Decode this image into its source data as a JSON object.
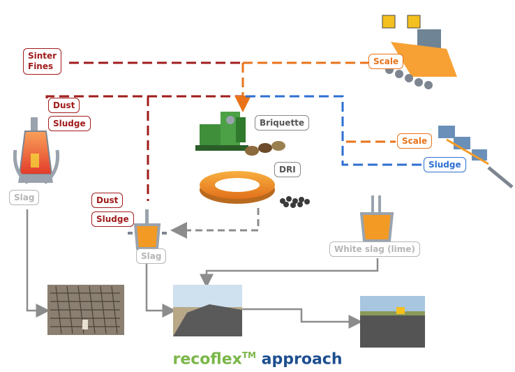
{
  "labels": {
    "sinter_fines": "Sinter\nFines",
    "scale_top": "Scale",
    "dust_bf": "Dust",
    "sludge_bf": "Sludge",
    "briquette": "Briquette",
    "dri": "DRI",
    "scale_right": "Scale",
    "sludge_right": "Sludge",
    "slag_bf": "Slag",
    "dust_eaf": "Dust",
    "sludge_eaf": "Sludge",
    "slag_eaf": "Slag",
    "white_slag": "White slag (lime)"
  },
  "title": {
    "part1": "recoflex",
    "tm": "TM",
    "part2": "approach"
  },
  "colors": {
    "red": "#a01b1b",
    "orange": "#e8731a",
    "blue": "#2c6fd1",
    "gray": "#8c8c8c"
  }
}
